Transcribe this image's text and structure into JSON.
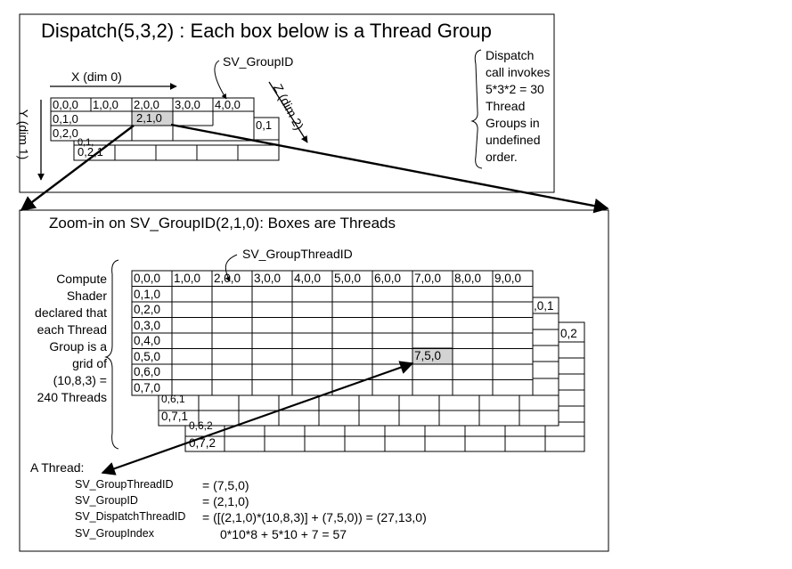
{
  "top": {
    "title": "Dispatch(5,3,2) : Each box below is a Thread Group",
    "x_axis": "X (dim 0)",
    "y_axis": "Y (dim 1)",
    "z_axis": "Z (dim 2)",
    "groupid_label": "SV_GroupID",
    "note": "Dispatch call invokes 5*3*2 = 30 Thread Groups in undefined order.",
    "front_grid": {
      "header": [
        "0,0,0",
        "1,0,0",
        "2,0,0",
        "3,0,0",
        "4,0,0"
      ],
      "rows": [
        "0,1,0",
        "0,2,0"
      ],
      "highlight": "2,1,0"
    },
    "layer1_cell": "0,1",
    "layer2_cells": [
      "0,1,",
      "0,2,1"
    ]
  },
  "bottom": {
    "title": "Zoom-in on SV_GroupID(2,1,0): Boxes are Threads",
    "groupthreadid_label": "SV_GroupThreadID",
    "note": "Compute Shader declared that each Thread Group is a grid of (10,8,3) = 240 Threads",
    "front_grid": {
      "header": [
        "0,0,0",
        "1,0,0",
        "2,0,0",
        "3,0,0",
        "4,0,0",
        "5,0,0",
        "6,0,0",
        "7,0,0",
        "8,0,0",
        "9,0,0"
      ],
      "rows": [
        "0,1,0",
        "0,2,0",
        "0,3,0",
        "0,4,0",
        "0,5,0",
        "0,6,0",
        "0,7,0"
      ],
      "highlight": "7,5,0"
    },
    "layer1_cell": ",0,1",
    "layer2_cell": "0,2",
    "layer1_rows": [
      "0,6,1",
      "0,7,1"
    ],
    "layer2_rows": [
      "0,6,2",
      "0,7,2"
    ],
    "thread": {
      "heading": "A Thread:",
      "rows": [
        {
          "name": "SV_GroupThreadID",
          "value": "= (7,5,0)"
        },
        {
          "name": "SV_GroupID",
          "value": "= (2,1,0)"
        },
        {
          "name": "SV_DispatchThreadID",
          "value": "= ([(2,1,0)*(10,8,3)] + (7,5,0)) = (27,13,0)"
        },
        {
          "name": "SV_GroupIndex",
          "value": "0*10*8 + 5*10 + 7 = 57"
        }
      ]
    }
  }
}
